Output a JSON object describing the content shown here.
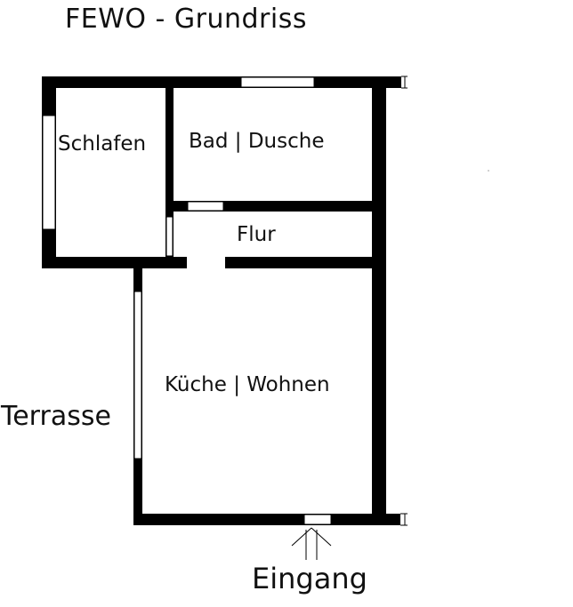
{
  "title": "FEWO - Grundriss",
  "rooms": {
    "schlafen": "Schlafen",
    "bad": "Bad | Dusche",
    "flur": "Flur",
    "kueche": "Küche | Wohnen"
  },
  "outside": {
    "terrasse": "Terrasse",
    "eingang": "Eingang"
  },
  "colors": {
    "wall": "#000000",
    "window": "#ffffff",
    "background": "#ffffff"
  }
}
